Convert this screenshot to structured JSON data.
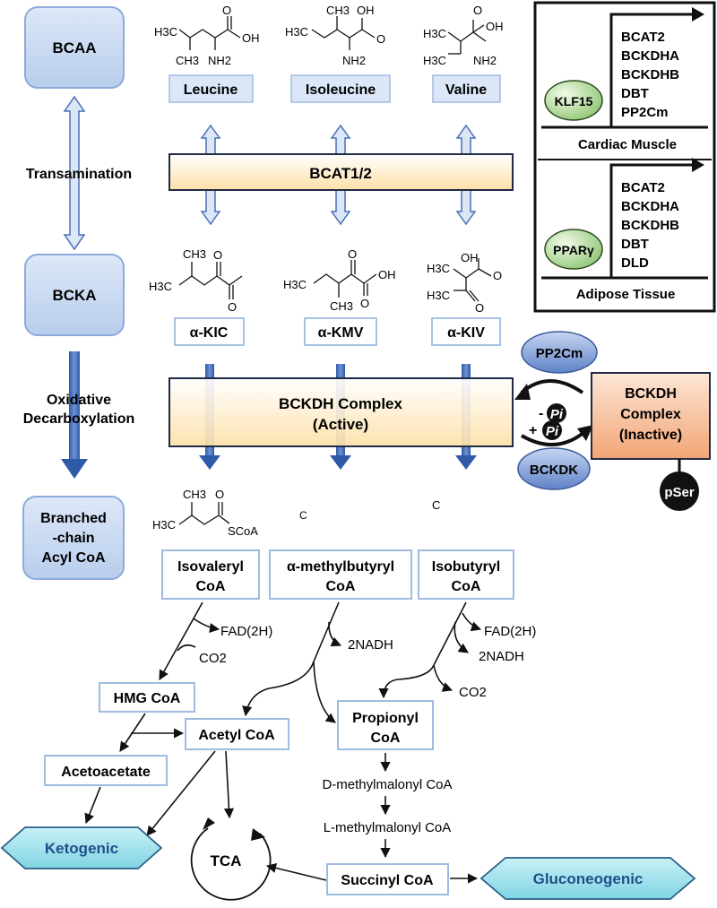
{
  "left_stages": {
    "bcaa": "BCAA",
    "transamination": "Transamination",
    "bcka": "BCKA",
    "oxidative_line1": "Oxidative",
    "oxidative_line2": "Decarboxylation",
    "acyl_line1": "Branched",
    "acyl_line2": "-chain",
    "acyl_line3": "Acyl CoA"
  },
  "amino_acids": [
    "Leucine",
    "Isoleucine",
    "Valine"
  ],
  "keto_acids": [
    "α-KIC",
    "α-KMV",
    "α-KIV"
  ],
  "enzyme_bar_1": "BCAT1/2",
  "enzyme_bar_2": {
    "line1": "BCKDH Complex",
    "line2": "(Active)"
  },
  "regulation": {
    "pp2cm": "PP2Cm",
    "bckdk": "BCKDK",
    "pi_minus": "- Pi",
    "pi_plus": "+ Pi",
    "pi_label": "Pi",
    "minus": "-",
    "plus": "+",
    "inactive_line1": "BCKDH",
    "inactive_line2": "Complex",
    "inactive_line3": "(Inactive)",
    "pser": "pSer"
  },
  "inset": {
    "panel1": {
      "factor": "KLF15",
      "genes": [
        "BCAT2",
        "BCKDHA",
        "BCKDHB",
        "DBT",
        "PP2Cm"
      ],
      "tissue": "Cardiac Muscle"
    },
    "panel2": {
      "factor": "PPARγ",
      "genes": [
        "BCAT2",
        "BCKDHA",
        "BCKDHB",
        "DBT",
        "DLD"
      ],
      "tissue": "Adipose Tissue"
    }
  },
  "structure_labels": {
    "h3c": "H3C",
    "ch3": "CH3",
    "oh": "OH",
    "nh2": "NH2",
    "o": "O",
    "scoa": "SCoA",
    "c": "C"
  },
  "acyl_coas": [
    {
      "line1": "Isovaleryl",
      "line2": "CoA"
    },
    {
      "line1": "α-methylbutyryl",
      "line2": "CoA"
    },
    {
      "line1": "Isobutyryl",
      "line2": "CoA"
    }
  ],
  "cofactors": {
    "fad_1": "FAD(2H)",
    "co2_1": "CO2",
    "nadh_1": "2NADH",
    "fad_2": "FAD(2H)",
    "nadh_2": "2NADH",
    "co2_2": "CO2"
  },
  "metabolites": {
    "hmg_coa": "HMG CoA",
    "acetyl_coa": "Acetyl CoA",
    "acetoacetate": "Acetoacetate",
    "propionyl_line1": "Propionyl",
    "propionyl_line2": "CoA",
    "d_methylmalonyl": "D-methylmalonyl CoA",
    "l_methylmalonyl": "L-methylmalonyl CoA",
    "succinyl_coa": "Succinyl CoA",
    "tca": "TCA"
  },
  "fates": {
    "ketogenic": "Ketogenic",
    "gluconeogenic": "Gluconeogenic"
  },
  "colors": {
    "stage_fill": "#c9d9f0",
    "stage_stroke": "#8eaadb",
    "label_fill": "#dbe7f7",
    "bar_top": "#ffffff",
    "bar_bottom": "#fde3b0",
    "inactive_top": "#fde1cf",
    "inactive_bottom": "#f2a97a",
    "hex_fill": "#9fe3ee",
    "factor_green": "#9fd08a",
    "arrow_blue": "#3a66b3"
  }
}
